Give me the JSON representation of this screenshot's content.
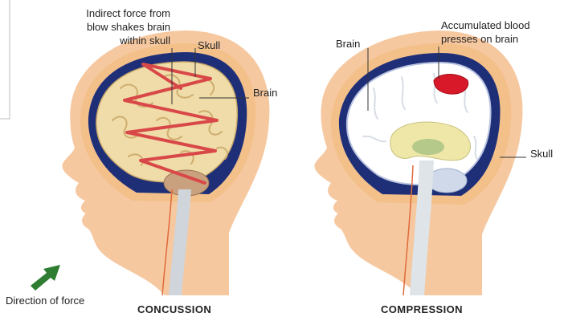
{
  "panels": [
    {
      "caption": "CONCUSSION",
      "labels": {
        "force_text": "Indirect force from\nblow shakes brain\nwithin skull",
        "skull": "Skull",
        "brain": "Brain",
        "direction": "Direction of force"
      }
    },
    {
      "caption": "COMPRESSION",
      "labels": {
        "brain": "Brain",
        "blood": "Accumulated blood\npresses on brain",
        "skull": "Skull"
      }
    }
  ],
  "colors": {
    "skin": "#f6c8a0",
    "skull_rim": "#f3c08a",
    "skull_band": "#1e2f78",
    "brain_tissue": "#efdca8",
    "cerebellum": "#c9a17e",
    "shake_path": "#d94848",
    "blood": "#d8192a",
    "arrow": "#2e7d32"
  }
}
